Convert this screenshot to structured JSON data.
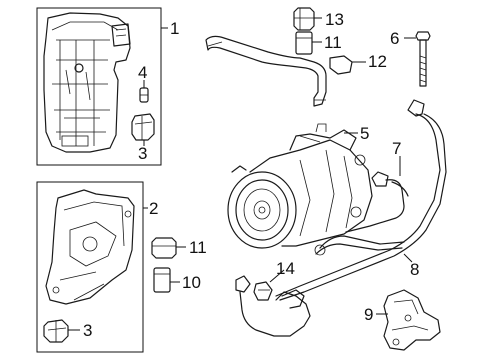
{
  "callouts": {
    "c1": "1",
    "c2": "2",
    "c3a": "3",
    "c3b": "3",
    "c4": "4",
    "c5": "5",
    "c6": "6",
    "c7": "7",
    "c8": "8",
    "c9": "9",
    "c10": "10",
    "c11a": "11",
    "c11b": "11",
    "c12": "12",
    "c13": "13",
    "c14": "14"
  }
}
